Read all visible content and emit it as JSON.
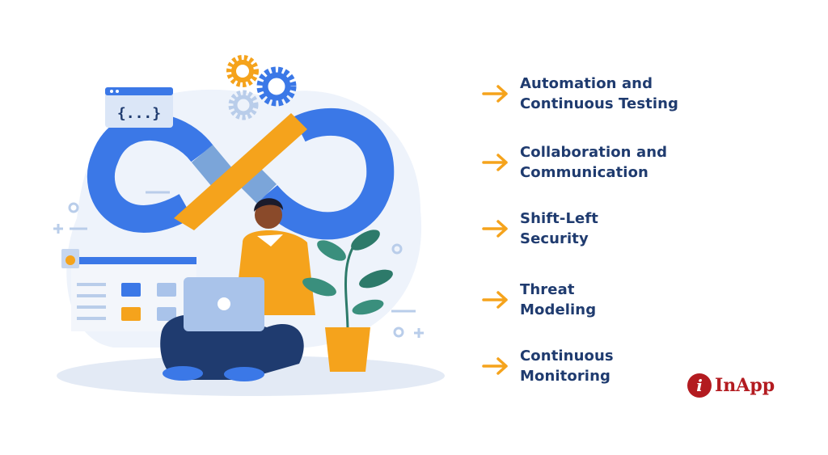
{
  "items": [
    {
      "line1": "Automation and",
      "line2": "Continuous Testing"
    },
    {
      "line1": "Collaboration and",
      "line2": "Communication"
    },
    {
      "line1": "Shift-Left",
      "line2": "Security"
    },
    {
      "line1": "Threat",
      "line2": "Modeling"
    },
    {
      "line1": "Continuous",
      "line2": "Monitoring"
    }
  ],
  "code_window": {
    "text": "{...}"
  },
  "logo": {
    "text": "InApp"
  },
  "colors": {
    "text": "#1f3b6f",
    "arrow": "#f5a31c",
    "blue": "#3b78e7",
    "light_blue": "#7ba5d9",
    "orange": "#f5a31c",
    "logo_red": "#b31b20"
  }
}
